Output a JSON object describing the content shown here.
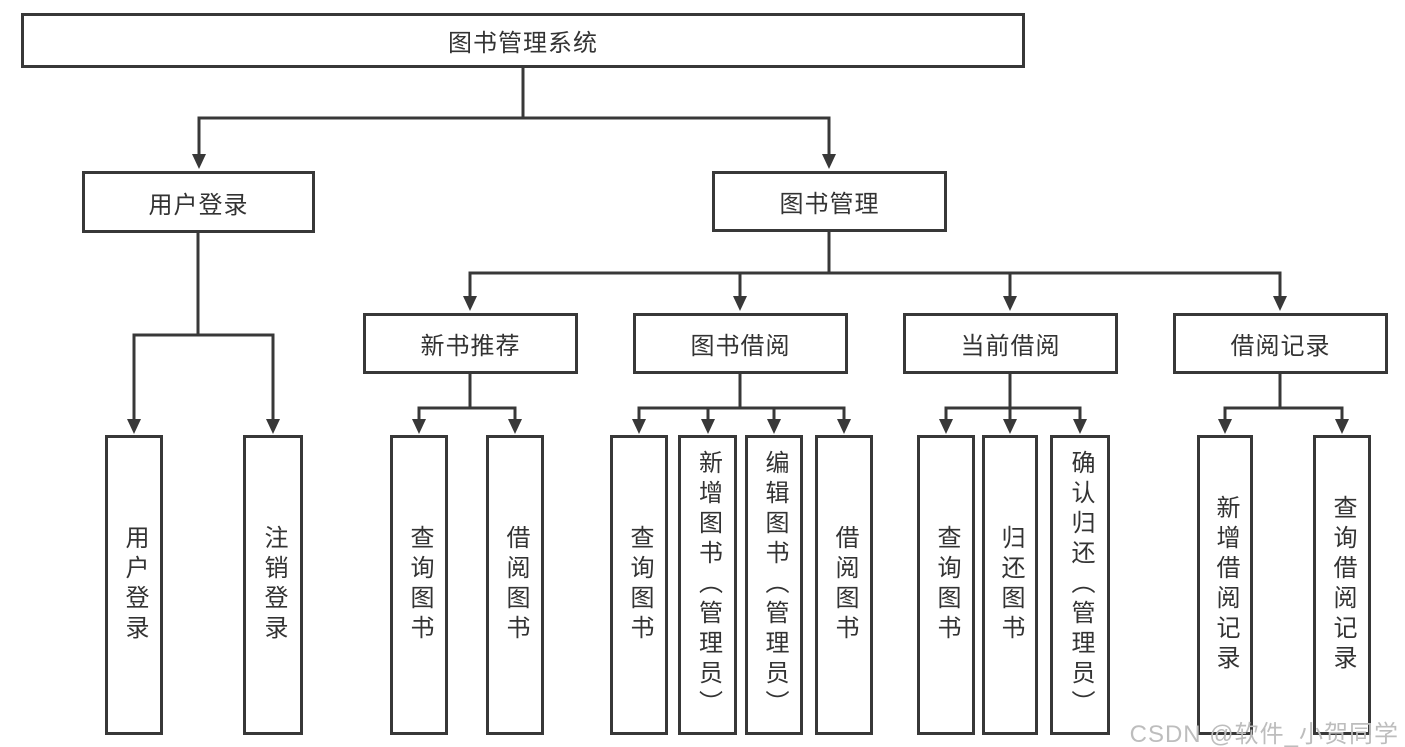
{
  "diagram": {
    "root": {
      "label": "图书管理系统"
    },
    "level2": [
      {
        "label": "用户登录"
      },
      {
        "label": "图书管理"
      }
    ],
    "level3": [
      {
        "label": "新书推荐"
      },
      {
        "label": "图书借阅"
      },
      {
        "label": "当前借阅"
      },
      {
        "label": "借阅记录"
      }
    ],
    "leaves": {
      "user_login": [
        {
          "label": "用户登录"
        },
        {
          "label": "注销登录"
        }
      ],
      "new_book": [
        {
          "label": "查询图书"
        },
        {
          "label": "借阅图书"
        }
      ],
      "book_borrow": [
        {
          "label": "查询图书"
        },
        {
          "label": "新增图书（管理员）"
        },
        {
          "label": "编辑图书（管理员）"
        },
        {
          "label": "借阅图书"
        }
      ],
      "current_borrow": [
        {
          "label": "查询图书"
        },
        {
          "label": "归还图书"
        },
        {
          "label": "确认归还（管理员）"
        }
      ],
      "borrow_record": [
        {
          "label": "新增借阅记录"
        },
        {
          "label": "查询借阅记录"
        }
      ]
    }
  },
  "watermark": {
    "text": "CSDN @软件_小贺同学",
    "color": "#bdbdbd"
  },
  "colors": {
    "line": "#383838",
    "text": "#333333",
    "background": "#ffffff"
  }
}
